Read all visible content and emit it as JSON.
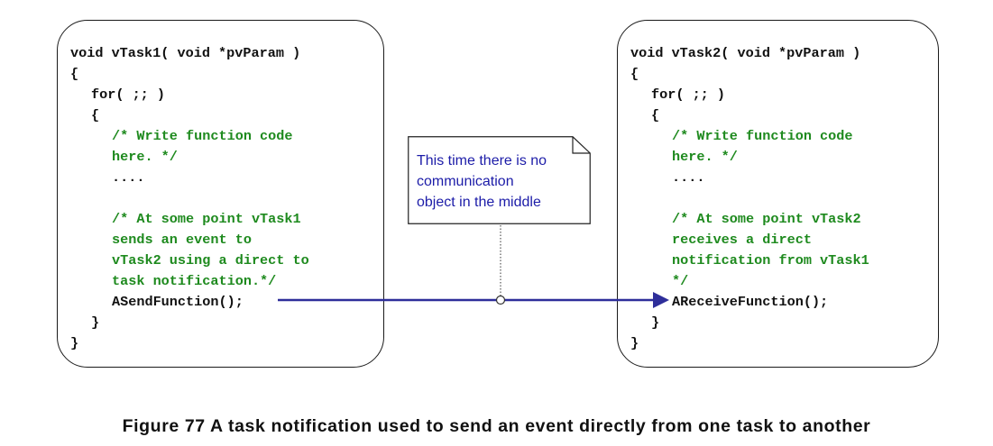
{
  "task1": {
    "lines": [
      {
        "text": "void vTask1( void *pvParam )",
        "indent": 0,
        "comment": false
      },
      {
        "text": "{",
        "indent": 0,
        "comment": false
      },
      {
        "text": "for( ;; )",
        "indent": 1,
        "comment": false
      },
      {
        "text": "{",
        "indent": 1,
        "comment": false
      },
      {
        "text": "/* Write function code",
        "indent": 2,
        "comment": true
      },
      {
        "text": "here. */",
        "indent": 2,
        "comment": true
      },
      {
        "text": "....",
        "indent": 2,
        "comment": false
      },
      {
        "text": "",
        "indent": 2,
        "comment": false
      },
      {
        "text": "/* At some point vTask1",
        "indent": 2,
        "comment": true
      },
      {
        "text": "sends an event to",
        "indent": 2,
        "comment": true
      },
      {
        "text": "vTask2 using a direct to",
        "indent": 2,
        "comment": true
      },
      {
        "text": "task notification.*/",
        "indent": 2,
        "comment": true
      },
      {
        "text": "ASendFunction();",
        "indent": 2,
        "comment": false
      },
      {
        "text": "}",
        "indent": 1,
        "comment": false
      },
      {
        "text": "}",
        "indent": 0,
        "comment": false
      }
    ]
  },
  "task2": {
    "lines": [
      {
        "text": "void vTask2( void *pvParam )",
        "indent": 0,
        "comment": false
      },
      {
        "text": "{",
        "indent": 0,
        "comment": false
      },
      {
        "text": "for( ;; )",
        "indent": 1,
        "comment": false
      },
      {
        "text": "{",
        "indent": 1,
        "comment": false
      },
      {
        "text": "/* Write function code",
        "indent": 2,
        "comment": true
      },
      {
        "text": "here. */",
        "indent": 2,
        "comment": true
      },
      {
        "text": "....",
        "indent": 2,
        "comment": false
      },
      {
        "text": "",
        "indent": 2,
        "comment": false
      },
      {
        "text": "/* At some point vTask2",
        "indent": 2,
        "comment": true
      },
      {
        "text": "receives a direct",
        "indent": 2,
        "comment": true
      },
      {
        "text": "notification from vTask1",
        "indent": 2,
        "comment": true
      },
      {
        "text": "*/",
        "indent": 2,
        "comment": true
      },
      {
        "text": "AReceiveFunction();",
        "indent": 2,
        "comment": false
      },
      {
        "text": "}",
        "indent": 1,
        "comment": false
      },
      {
        "text": "}",
        "indent": 0,
        "comment": false
      }
    ]
  },
  "note": {
    "lines": [
      "This time there is no",
      "communication",
      "object in the middle"
    ]
  },
  "caption": "Figure 77 A task notification used to send an event directly from one task to another",
  "colors": {
    "comment": "#1e8a1e",
    "code": "#111111",
    "note_text": "#1c1ca8",
    "arrow": "#2e2e9a"
  }
}
